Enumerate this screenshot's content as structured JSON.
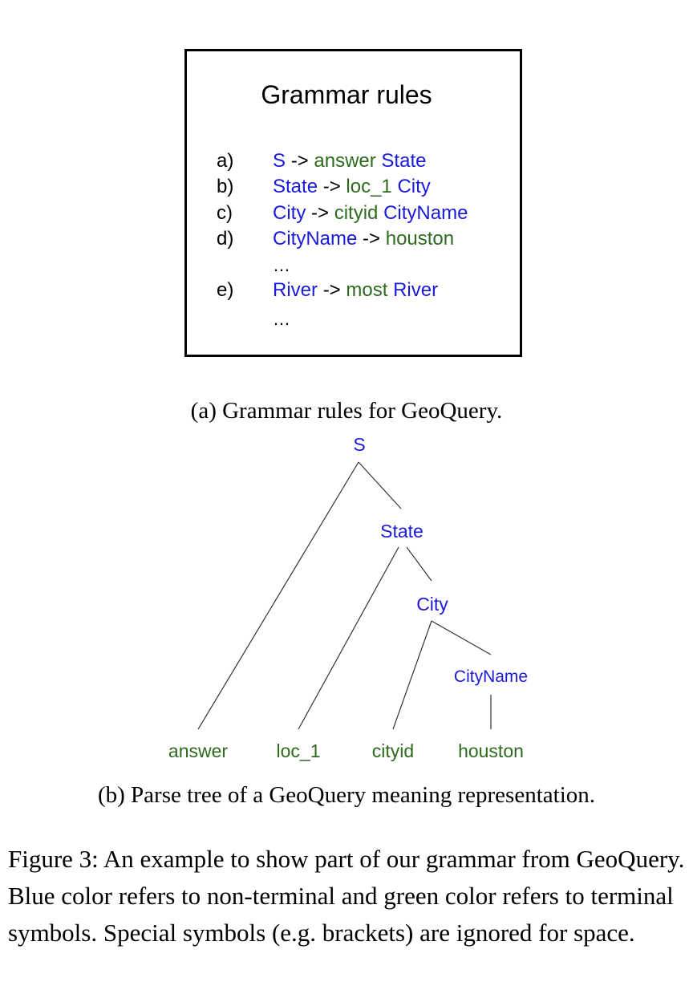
{
  "grammar": {
    "title": "Grammar rules",
    "rules": [
      {
        "label": "a)",
        "tokens": [
          {
            "text": "S",
            "kind": "nt"
          },
          {
            "text": "->",
            "kind": "arrow"
          },
          {
            "text": "answer",
            "kind": "t"
          },
          {
            "text": "State",
            "kind": "nt"
          }
        ]
      },
      {
        "label": "b)",
        "tokens": [
          {
            "text": "State",
            "kind": "nt"
          },
          {
            "text": "->",
            "kind": "arrow"
          },
          {
            "text": "loc_1",
            "kind": "t"
          },
          {
            "text": "City",
            "kind": "nt"
          }
        ]
      },
      {
        "label": "c)",
        "tokens": [
          {
            "text": "City",
            "kind": "nt"
          },
          {
            "text": "->",
            "kind": "arrow"
          },
          {
            "text": "cityid",
            "kind": "t"
          },
          {
            "text": "CityName",
            "kind": "nt"
          }
        ]
      },
      {
        "label": "d)",
        "tokens": [
          {
            "text": "CityName",
            "kind": "nt"
          },
          {
            "text": "->",
            "kind": "arrow"
          },
          {
            "text": "houston",
            "kind": "t"
          }
        ]
      },
      {
        "label": "e)",
        "tokens": [
          {
            "text": "River",
            "kind": "nt"
          },
          {
            "text": "->",
            "kind": "arrow"
          },
          {
            "text": "most",
            "kind": "t"
          },
          {
            "text": "River",
            "kind": "nt"
          }
        ]
      }
    ],
    "ellipsis": "…"
  },
  "captions": {
    "a": "(a) Grammar rules for GeoQuery.",
    "b": "(b) Parse tree of a GeoQuery meaning representation."
  },
  "tree": {
    "nodes": {
      "S": {
        "text": "S",
        "kind": "nt"
      },
      "State": {
        "text": "State",
        "kind": "nt"
      },
      "City": {
        "text": "City",
        "kind": "nt"
      },
      "CityName": {
        "text": "CityName",
        "kind": "nt"
      },
      "answer": {
        "text": "answer",
        "kind": "t"
      },
      "loc_1": {
        "text": "loc_1",
        "kind": "t"
      },
      "cityid": {
        "text": "cityid",
        "kind": "t"
      },
      "houston": {
        "text": "houston",
        "kind": "t"
      }
    }
  },
  "figure_caption": "Figure 3: An example to show part of our grammar from GeoQuery. Blue color refers to non-terminal and green color refers to terminal symbols. Special symbols (e.g. brackets) are ignored for space.",
  "colors": {
    "nonterminal": "#1a1adb",
    "terminal": "#2e6b1e"
  }
}
